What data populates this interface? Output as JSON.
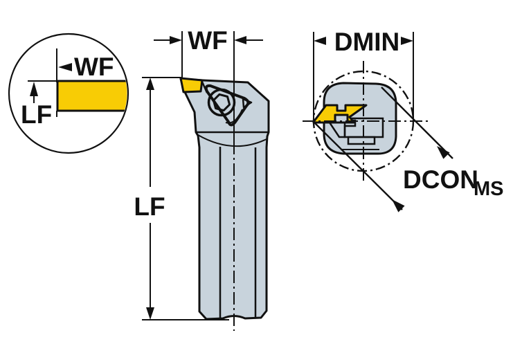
{
  "drawing": {
    "detail_view": {
      "wf_label": "WF",
      "lf_label": "LF"
    },
    "side_view": {
      "wf_label": "WF",
      "lf_label": "LF"
    },
    "end_view": {
      "dmin_label": "DMIN",
      "dcon_label": "DCON",
      "dcon_subscript": "MS"
    },
    "colors": {
      "insert_yellow": "#F8CC05",
      "body_gray": "#C8D3DC",
      "outline": "#111111",
      "background": "#FFFFFF"
    }
  }
}
